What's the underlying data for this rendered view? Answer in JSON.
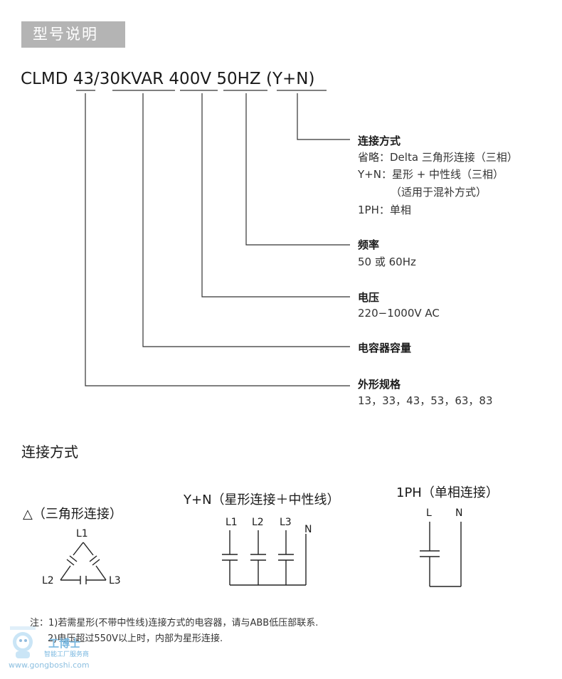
{
  "header": {
    "title": "型号说明"
  },
  "model": {
    "prefix": "CLMD",
    "segments": [
      "43",
      "/",
      "30KVAR",
      "400V",
      "50HZ",
      "(Y+N)"
    ]
  },
  "legend": {
    "connection": {
      "title": "连接方式",
      "lines": [
        "省略：Delta 三角形连接（三相）",
        "Y+N：星形 + 中性线（三相）",
        "（适用于混补方式）",
        "1PH：单相"
      ]
    },
    "frequency": {
      "title": "频率",
      "lines": [
        "50 或 60Hz"
      ]
    },
    "voltage": {
      "title": "电压",
      "lines": [
        "220−1000V AC"
      ]
    },
    "capacity": {
      "title": "电容器容量"
    },
    "size": {
      "title": "外形规格",
      "lines": [
        "13，33，43，53，63，83"
      ]
    }
  },
  "connections": {
    "section_title": "连接方式",
    "delta": {
      "title": "△（三角形连接）",
      "labels": [
        "L1",
        "L2",
        "L3"
      ]
    },
    "star": {
      "title": "Y+N（星形连接＋中性线）",
      "labels": [
        "L1",
        "L2",
        "L3",
        "N"
      ]
    },
    "single": {
      "title": "1PH（单相连接）",
      "labels": [
        "L",
        "N"
      ]
    }
  },
  "notes": [
    "注：1)若需星形(不带中性线)连接方式的电容器，请与ABB低压部联系.",
    "2)电压超过550V以上时，内部为星形连接."
  ],
  "watermark": {
    "brand": "工博士",
    "tagline": "智能工厂服务商",
    "url": "www.gongboshi.com"
  }
}
